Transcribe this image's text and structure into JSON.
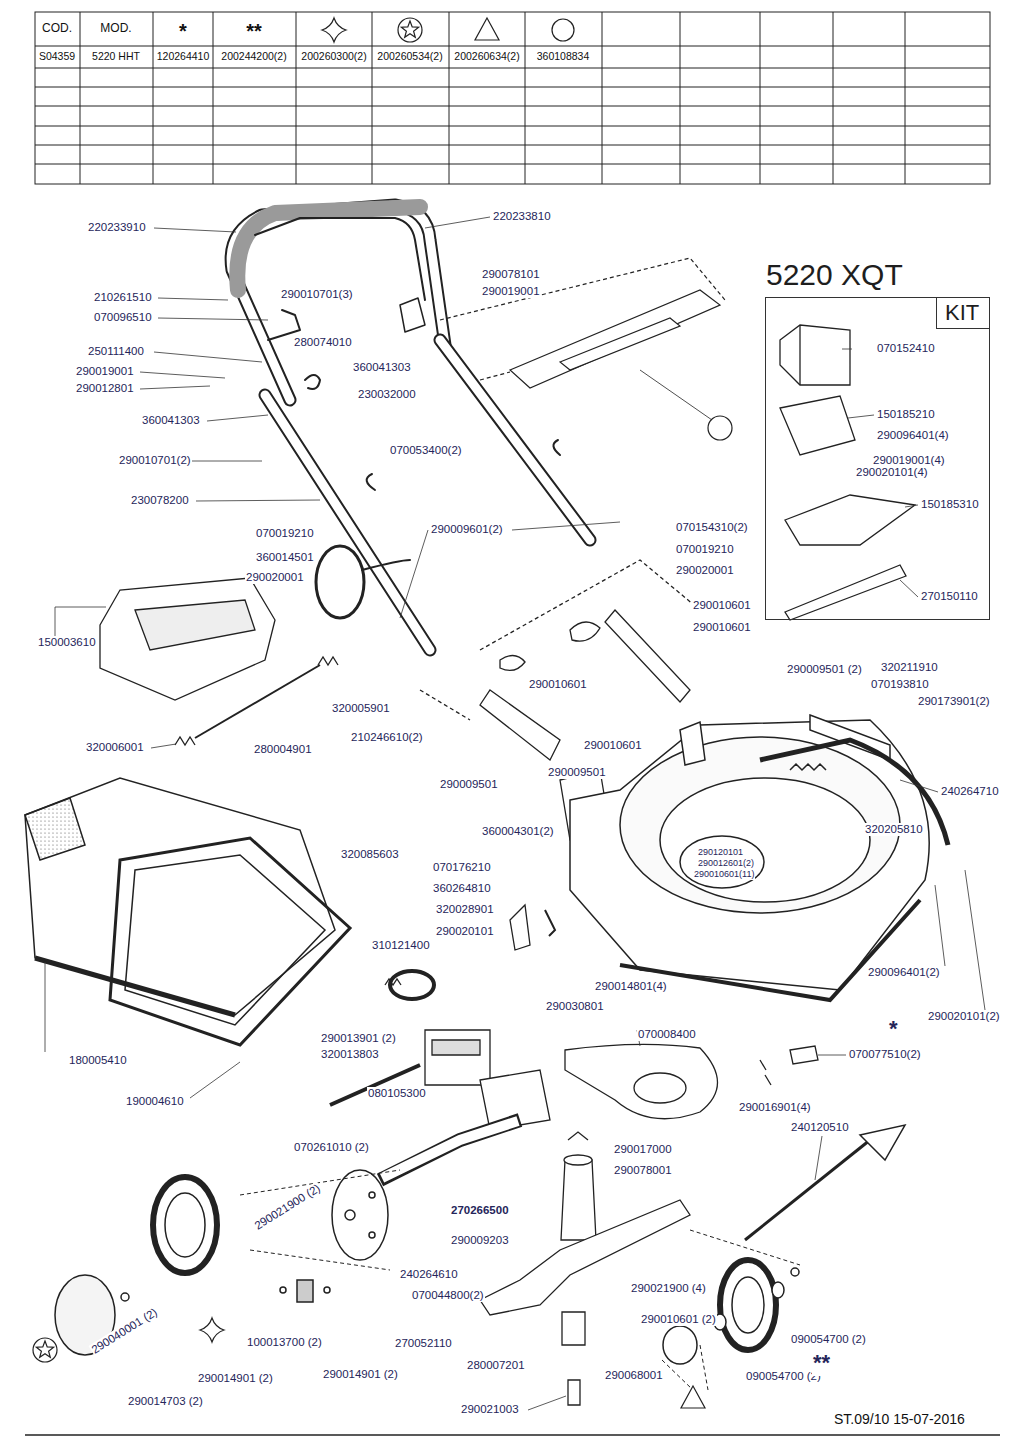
{
  "diagram": {
    "nodes": [
      {
        "text": [
          "5220 XQT"
        ]
      },
      {
        "text": [
          "KIT"
        ],
        "in": 0
      }
    ],
    "labels": [
      "COD.",
      "MOD.",
      "*",
      "**",
      "S04359",
      "5220 HHT",
      "120264410",
      "200244200(2)",
      "200260300(2)",
      "200260534(2)",
      "200260634(2)",
      "360108834",
      "220233910",
      "220233810",
      "290078101",
      "290019001",
      "210261510",
      "070096510",
      "290010701(3)",
      "280074010",
      "360041303",
      "250111400",
      "290019001",
      "290012801",
      "230032000",
      "360041303",
      "070053400(2)",
      "290010701(2)",
      "230078200",
      "290009601(2)",
      "070154310(2)",
      "070019210",
      "070019210",
      "360014501",
      "290020001",
      "290020001",
      "290010601",
      "290010601",
      "150003610",
      "290010601",
      "320005901",
      "210246610(2)",
      "290010601",
      "320006001",
      "280004901",
      "290009501",
      "290009501",
      "290009501 (2)",
      "320211910",
      "070193810",
      "290173901(2)",
      "240264710",
      "320205810",
      "290120101",
      "290012601(2)",
      "290010601(11)",
      "360004301(2)",
      "320085603",
      "070176210",
      "360264810",
      "310121400",
      "320028901",
      "290020101",
      "290014801(4)",
      "290030801",
      "290096401(2)",
      "290020101(2)",
      "180005410",
      "290013901 (2)",
      "320013803",
      "070008400",
      "070077510(2)",
      "190004610",
      "080105300",
      "290016901(4)",
      "070261010 (2)",
      "290017000",
      "240120510",
      "290078001",
      "290021900 (2)",
      "270266500",
      "290009203",
      "240264610",
      "070044800(2)",
      "290021900 (4)",
      "290040001 (2)",
      "290010601 (2)",
      "100013700 (2)",
      "270052110",
      "280007201",
      "290068001",
      "090054700 (2)",
      "090054700 (2)",
      "290014901 (2)",
      "290014901 (2)",
      "290014703 (2)",
      "290021003",
      "*",
      "**",
      "ST.09/10 15-07-2016",
      "070152410",
      "150185210",
      "290096401(4)",
      "290019001(4)",
      "290020101(4)",
      "150185310",
      "270150110"
    ]
  }
}
